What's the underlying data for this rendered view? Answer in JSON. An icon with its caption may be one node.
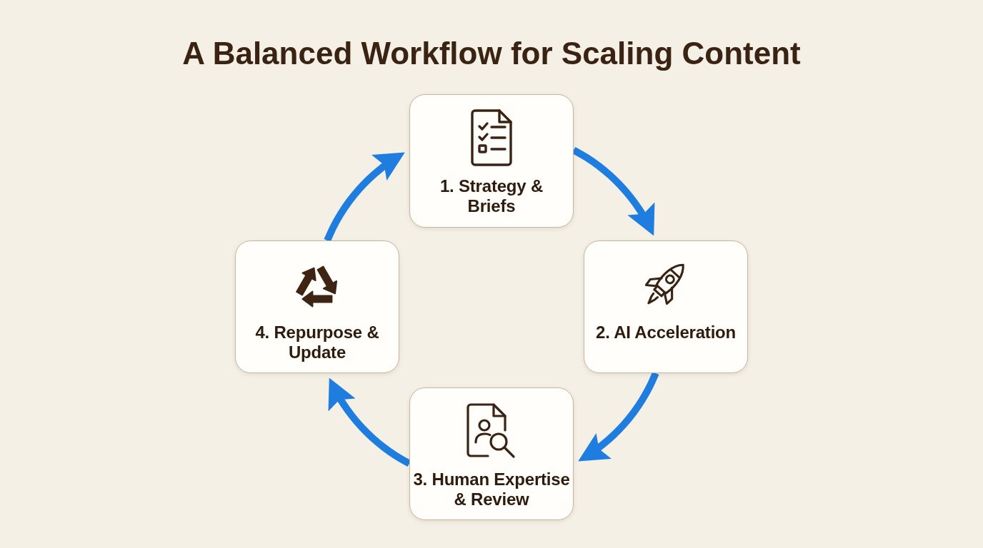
{
  "diagram": {
    "title": "A Balanced Workflow for Scaling Content",
    "nodes": [
      {
        "text": [
          "1. Strategy & Briefs"
        ]
      },
      {
        "text": [
          "2. AI Acceleration"
        ]
      },
      {
        "text": [
          "3. Human Expertise & Review"
        ]
      },
      {
        "text": [
          "4. Repurpose & Update"
        ]
      }
    ],
    "edges": [
      {
        "from": 0,
        "to": 1,
        "arrow": "to"
      },
      {
        "from": 1,
        "to": 2,
        "arrow": "to"
      },
      {
        "from": 2,
        "to": 3,
        "arrow": "to"
      },
      {
        "from": 3,
        "to": 0,
        "arrow": "to"
      }
    ]
  }
}
